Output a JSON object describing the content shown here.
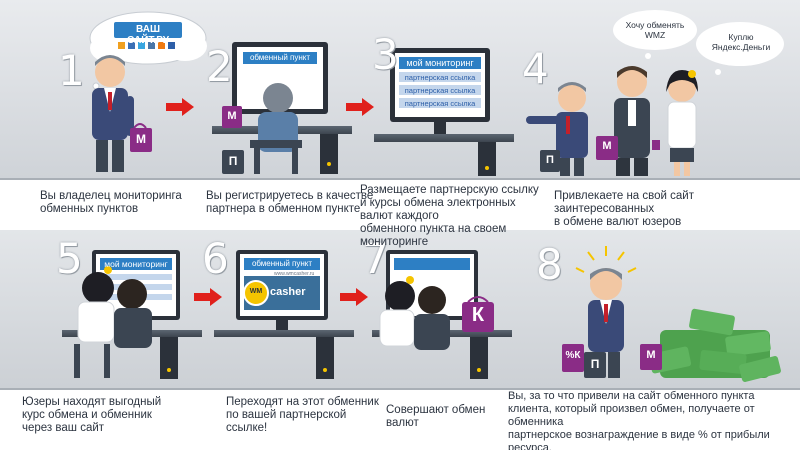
{
  "steps": [
    {
      "num": "1",
      "caption": "Вы владелец мониторинга\nобменных пунктов"
    },
    {
      "num": "2",
      "caption": "Вы регистрируетесь в качестве\nпартнера в обменном пункте"
    },
    {
      "num": "3",
      "caption": "Размещаете партнерскую ссылку\nи курсы обмена электронных валют каждого\nобменного пункта на своем мониторинге"
    },
    {
      "num": "4",
      "caption": "Привлекаете на свой сайт заинтересованных\nв обмене валют юзеров"
    },
    {
      "num": "5",
      "caption": "Юзеры находят выгодный\nкурс обмена и обменник\nчерез ваш сайт"
    },
    {
      "num": "6",
      "caption": "Переходят на этот обменник\nпо вашей партнерской ссылке!"
    },
    {
      "num": "7",
      "caption": "Совершают обмен валют"
    },
    {
      "num": "8",
      "caption": "Вы, за то что привели на сайт обменного пункта\nклиента, который произвел обмен, получаете от обменника\nпартнерское вознаграждение в виде % от прибыли ресурса."
    }
  ],
  "cloud_site": "ВАШ САЙТ.РУ",
  "exchange_screen_title": "обменный пункт",
  "monitor_screen": {
    "title": "мой мониторинг",
    "links": [
      "партнерская ссылка",
      "партнерская ссылка",
      "партнерская ссылка"
    ]
  },
  "speech": {
    "want": "Хочу обменять\nWMZ",
    "buy": "Куплю\nЯндекс.Деньги"
  },
  "bag_letters": {
    "m": "М",
    "p": "П",
    "k": "К",
    "pk": "%К"
  },
  "wmcasher": {
    "wm": "WM",
    "casher": "casher",
    "url": "www.wmcasher.ru"
  },
  "colors": {
    "arrow": "#e0201b",
    "screen": "#2d7fc4",
    "accent": "#f5c400",
    "bag": "#8a2c86"
  }
}
